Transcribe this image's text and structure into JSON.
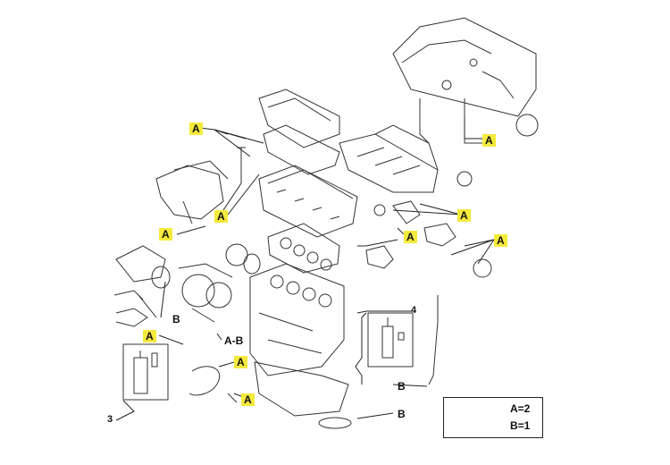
{
  "diagram": {
    "label_a": "A",
    "label_b": "B",
    "label_ab": "A-B",
    "num_kit_sealant": "4",
    "num_kit_bottles": "3",
    "legend": {
      "qty_a": "A=2",
      "qty_b": "B=1"
    },
    "colors": {
      "highlight": "#f4ea3c",
      "line": "#222222"
    }
  }
}
